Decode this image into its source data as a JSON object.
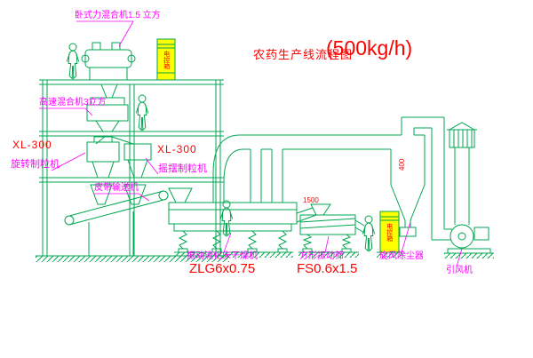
{
  "title": {
    "text": "农药生产线流程图",
    "capacity": "(500kg/h)"
  },
  "labels": {
    "horizontal_mixer": "卧式力混合机1.5 立方",
    "high_speed_mixer": "高速混合机3立方",
    "rotary_granulator_model": "XL-300",
    "rotary_granulator": "旋转制粒机",
    "oscillating_granulator_model": "XL-300",
    "oscillating_granulator": "摇摆制粒机",
    "belt_conveyor": "皮带输送机",
    "fluid_bed_dryer": "振动流化床干燥机",
    "fluid_bed_dryer_model": "ZLG6x0.75",
    "vibrating_sieve": "方形振动筛",
    "vibrating_sieve_model": "FS0.6x1.5",
    "cyclone": "旋风除尘器",
    "induced_draft_fan": "引风机",
    "control_box_top": "电控箱",
    "control_box_right": "电控箱"
  },
  "dimensions": {
    "sieve_feed": "1500",
    "duct_diameter": "400"
  },
  "colors": {
    "line_green": "#00a650",
    "label_magenta": "#ff00ff",
    "model_red": "#ff0000",
    "box_yellow": "#ffff00"
  }
}
